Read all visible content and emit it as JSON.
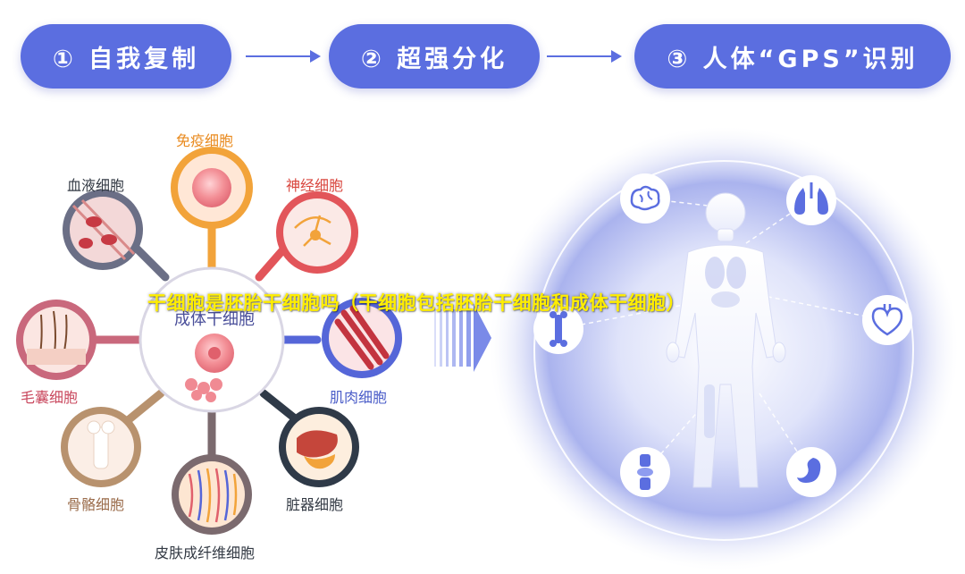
{
  "steps": [
    {
      "label": "① 自我复制"
    },
    {
      "label": "② 超强分化"
    },
    {
      "label": "③ 人体“GPS”识别"
    }
  ],
  "cell_types": {
    "immune": "免疫细胞",
    "blood": "血液细胞",
    "nerve": "神经细胞",
    "hair": "毛囊细胞",
    "muscle": "肌肉细胞",
    "bone": "骨骼细胞",
    "organ": "脏器细胞",
    "skin": "皮肤成纤维细胞"
  },
  "center_label": "成体干细胞",
  "overlay_text": "干细胞是胚胎干细胞吗（干细胞包括胚胎干细胞和成体干细胞）",
  "body_icons": [
    "brain-icon",
    "lungs-icon",
    "heart-icon",
    "stomach-icon",
    "joint-icon",
    "bone-icon"
  ],
  "colors": {
    "pill": "#5b6ee0",
    "immune": "#f2a33a",
    "nerve": "#e2555a",
    "muscle": "#5566d8",
    "organ": "#2f3a48",
    "skin": "#7b6a6e",
    "bone": "#b8926e",
    "hair": "#c9687c",
    "blood": "#6b6f86"
  }
}
